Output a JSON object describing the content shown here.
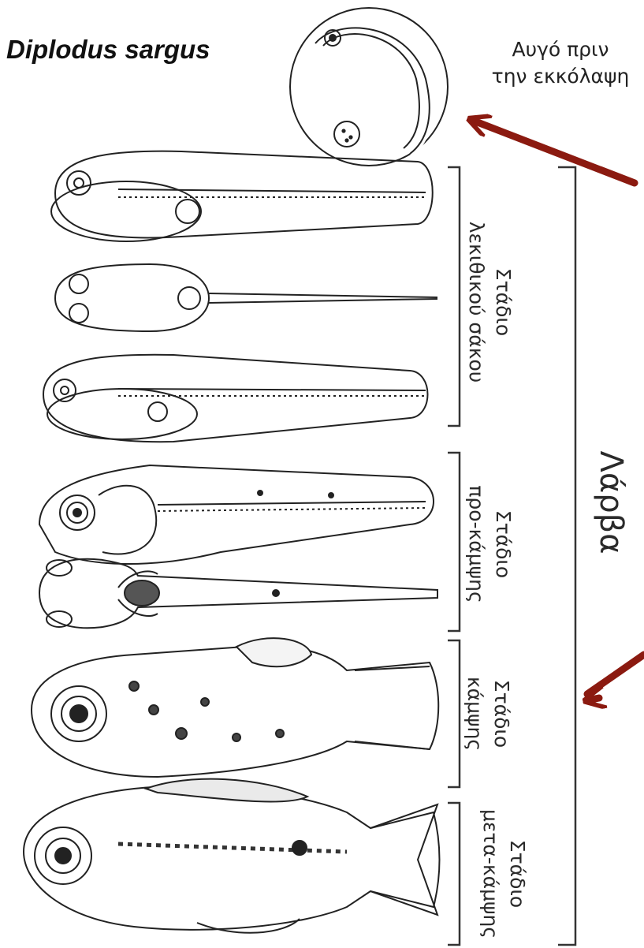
{
  "title": "Diplodus sargus",
  "egg_label": {
    "line1": "Αυγό πριν",
    "line2": "την εκκόλαψη"
  },
  "stages": [
    {
      "line1": "Στάδιο",
      "line2": "λεκιθικού σάκου"
    },
    {
      "line1": "Στάδιο",
      "line2": "προ-κάμψης"
    },
    {
      "line1": "Στάδιο",
      "line2": "κάμψης"
    },
    {
      "line1": "Στάδιο",
      "line2": "μετα-κάμψης"
    }
  ],
  "larva_label": "Λάρβα",
  "colors": {
    "arrow": "#8b1a10",
    "ink": "#222222",
    "bracket": "#333333"
  },
  "icons": [
    "egg-drawing",
    "yolk-sac-larva-drawing",
    "preflexion-larva-drawing",
    "flexion-larva-drawing",
    "postflexion-larva-drawing",
    "arrow-icon"
  ]
}
